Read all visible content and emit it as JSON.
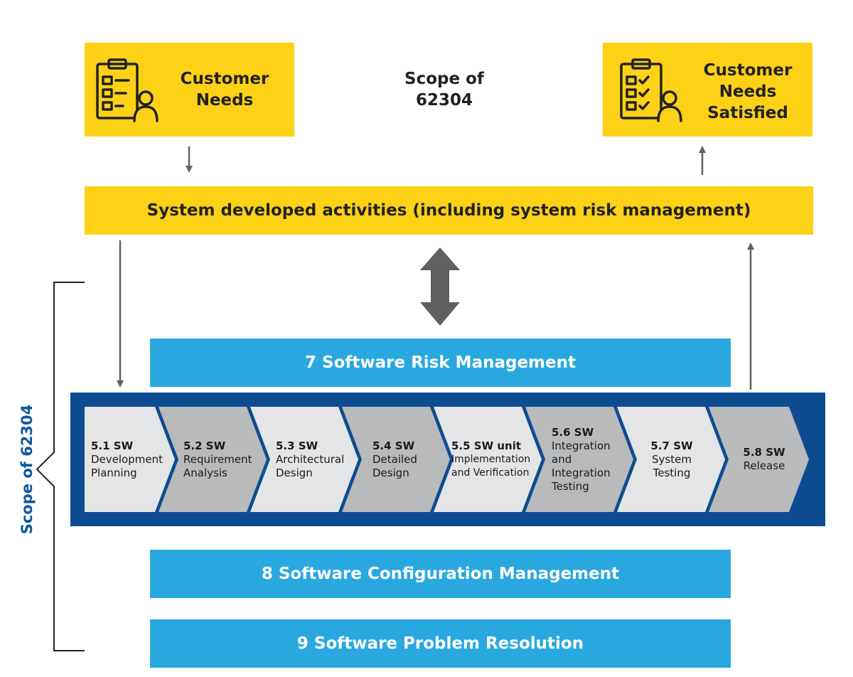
{
  "customer_needs": {
    "line1": "Customer",
    "line2": "Needs"
  },
  "scope_top": {
    "line1": "Scope of",
    "line2": "62304"
  },
  "customer_satisfied": {
    "line1": "Customer",
    "line2": "Needs",
    "line3": "Satisfied"
  },
  "system_activities": "System developed activities (including system risk management)",
  "risk_management": "7 Software Risk Management",
  "configuration_management": "8 Software Configuration Management",
  "problem_resolution": "9 Software Problem Resolution",
  "scope_side": "Scope of 62304",
  "steps": [
    {
      "num": "5.1 SW",
      "lines": [
        "Development",
        "Planning"
      ]
    },
    {
      "num": "5.2 SW",
      "lines": [
        "Requirement",
        "Analysis"
      ]
    },
    {
      "num": "5.3 SW",
      "lines": [
        "Architectural",
        "Design"
      ]
    },
    {
      "num": "5.4 SW",
      "lines": [
        "Detailed",
        "Design"
      ]
    },
    {
      "num": "5.5 SW unit",
      "lines": [
        "Implementation",
        "and Verification"
      ]
    },
    {
      "num": "5.6 SW",
      "lines": [
        "Integration",
        "and",
        "Integration",
        "Testing"
      ]
    },
    {
      "num": "5.7 SW",
      "lines": [
        "System",
        "Testing"
      ]
    },
    {
      "num": "5.8 SW",
      "lines": [
        "Release"
      ]
    }
  ],
  "icons": [
    "clipboard-person-icon",
    "clipboard-check-person-icon"
  ],
  "colors": {
    "yellow": "#fcd116",
    "light_blue": "#29a8e0",
    "dark_blue": "#0e4c92",
    "chevron_light": "#e4e5e7",
    "chevron_dark": "#b9babc",
    "arrow_gray": "#606060"
  }
}
